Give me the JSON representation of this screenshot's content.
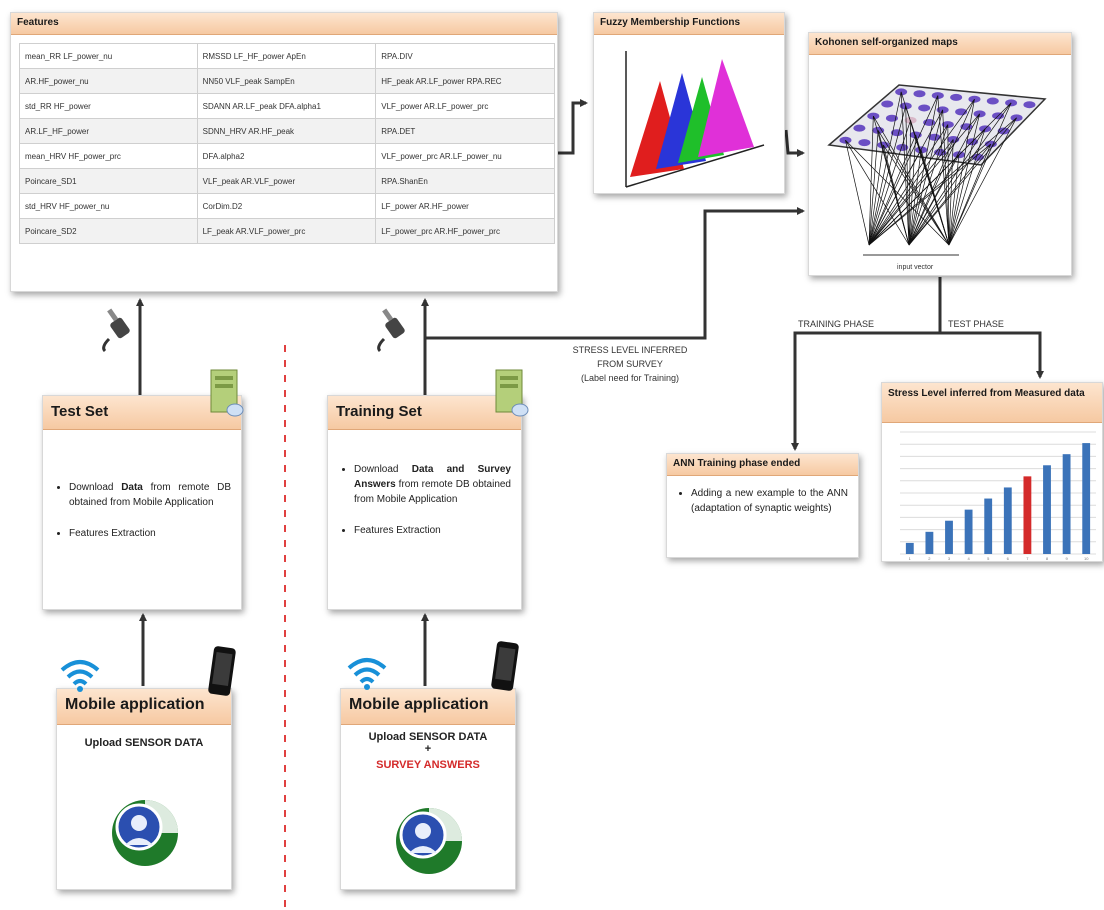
{
  "features": {
    "title": "Features",
    "rows": [
      [
        "mean_RR LF_power_nu",
        "RMSSD LF_HF_power ApEn",
        "RPA.DIV"
      ],
      [
        "AR.HF_power_nu",
        "NN50 VLF_peak SampEn",
        "HF_peak AR.LF_power RPA.REC"
      ],
      [
        "std_RR HF_power",
        "SDANN AR.LF_peak DFA.alpha1",
        "VLF_power AR.LF_power_prc"
      ],
      [
        "AR.LF_HF_power",
        "SDNN_HRV AR.HF_peak",
        "RPA.DET"
      ],
      [
        "mean_HRV HF_power_prc",
        "DFA.alpha2",
        "VLF_power_prc AR.LF_power_nu"
      ],
      [
        "Poincare_SD1",
        "VLF_peak AR.VLF_power",
        "RPA.ShanEn"
      ],
      [
        "std_HRV HF_power_nu",
        "CorDim.D2",
        "LF_power AR.HF_power"
      ],
      [
        "Poincare_SD2",
        "LF_peak AR.VLF_power_prc",
        "LF_power_prc AR.HF_power_prc"
      ]
    ]
  },
  "fuzzy": {
    "title": "Fuzzy Membership Functions"
  },
  "kohonen": {
    "title": "Kohonen self-organized maps",
    "input_label": "input vector"
  },
  "labels": {
    "stress_inferred": [
      "STRESS LEVEL INFERRED",
      "FROM SURVEY",
      "(Label need for Training)"
    ],
    "training_phase": "TRAINING PHASE",
    "test_phase": "TEST PHASE"
  },
  "stress_chart": {
    "title": "Stress Level inferred from Measured data",
    "highlight_color": "#d42a2a",
    "bar_color": "#3b73b9"
  },
  "chart_data": {
    "type": "bar",
    "title": "Stress Level inferred from Measured data",
    "categories": [
      "1",
      "2",
      "3",
      "4",
      "5",
      "6",
      "7",
      "8",
      "9",
      "10"
    ],
    "values": [
      1,
      2,
      3,
      4,
      5,
      6,
      7,
      8,
      9,
      10
    ],
    "ylim": [
      0,
      11
    ],
    "highlighted_index": 6,
    "grid": true
  },
  "ann": {
    "title": "ANN Training phase ended",
    "bullet": "Adding a new example to the ANN (adaptation of synaptic weights)"
  },
  "test_set": {
    "title": "Test Set",
    "bullets": [
      {
        "pre": "Download ",
        "bold": "Data",
        "post": " from remote DB obtained from Mobile Application"
      },
      {
        "pre": "Features Extraction",
        "bold": "",
        "post": ""
      }
    ]
  },
  "training_set": {
    "title": "Training Set",
    "bullets": [
      {
        "pre": "Download ",
        "bold": "Data and Survey Answers",
        "post": " from remote DB obtained from Mobile Application"
      },
      {
        "pre": "Features Extraction",
        "bold": "",
        "post": ""
      }
    ]
  },
  "mobile_left": {
    "title": "Mobile application",
    "upload": "Upload SENSOR DATA"
  },
  "mobile_right": {
    "title": "Mobile application",
    "upload": "Upload SENSOR DATA",
    "plus": "+",
    "survey": "SURVEY ANSWERS",
    "survey_color": "#d42a2a"
  },
  "icons": [
    "usb-plug-icon",
    "server-icon",
    "wifi-icon",
    "smartphone-icon",
    "app-logo-icon"
  ]
}
